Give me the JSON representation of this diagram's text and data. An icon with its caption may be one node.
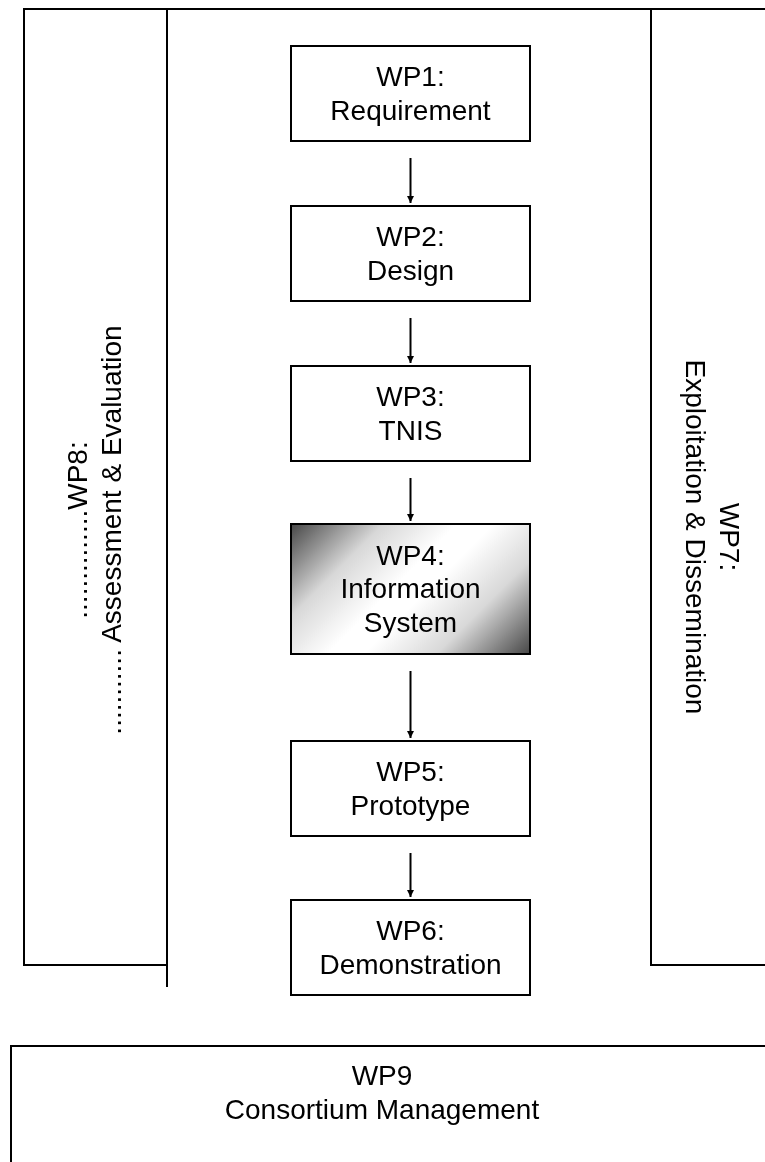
{
  "diagram": {
    "nodes": [
      {
        "text": [
          "..............WP8:",
          "........... Assessment & Evaluation"
        ]
      },
      {
        "text": [
          "WP1:",
          "Requirement"
        ]
      },
      {
        "text": [
          "WP2:",
          "Design"
        ]
      },
      {
        "text": [
          "WP3:",
          "TNIS"
        ]
      },
      {
        "text": [
          "WP4:",
          "Information System"
        ]
      },
      {
        "text": [
          "WP5:",
          "Prototype"
        ]
      },
      {
        "text": [
          "WP6:",
          "Demonstration"
        ]
      },
      {
        "text": [
          "WP7:",
          "Exploitation & Dissemination"
        ]
      },
      {
        "text": [
          "WP9",
          "Consortium Management"
        ]
      }
    ],
    "edges": [
      {
        "from": 1,
        "to": 2,
        "arrow": "to"
      },
      {
        "from": 2,
        "to": 3,
        "arrow": "to"
      },
      {
        "from": 3,
        "to": 4,
        "arrow": "to"
      },
      {
        "from": 4,
        "to": 5,
        "arrow": "to"
      },
      {
        "from": 5,
        "to": 6,
        "arrow": "to"
      }
    ]
  }
}
